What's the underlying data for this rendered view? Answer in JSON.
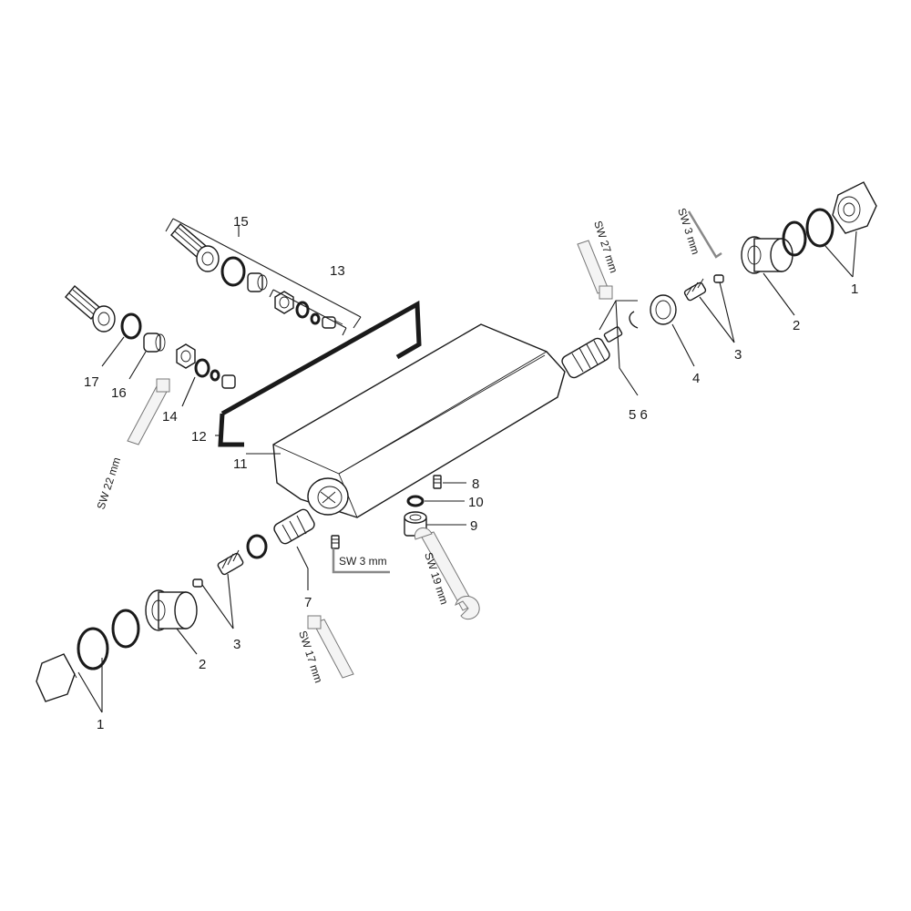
{
  "part_numbers": [
    "1",
    "2",
    "3",
    "4",
    "5 6",
    "7",
    "8",
    "9",
    "10",
    "11",
    "12",
    "13",
    "14",
    "15",
    "16",
    "17"
  ],
  "tool_labels": {
    "sw27": "SW 27 mm",
    "sw3_top": "SW 3 mm",
    "sw22": "SW 22 mm",
    "sw3_bottom": "SW 3 mm",
    "sw19": "SW 19 mm",
    "sw17": "SW 17 mm"
  }
}
